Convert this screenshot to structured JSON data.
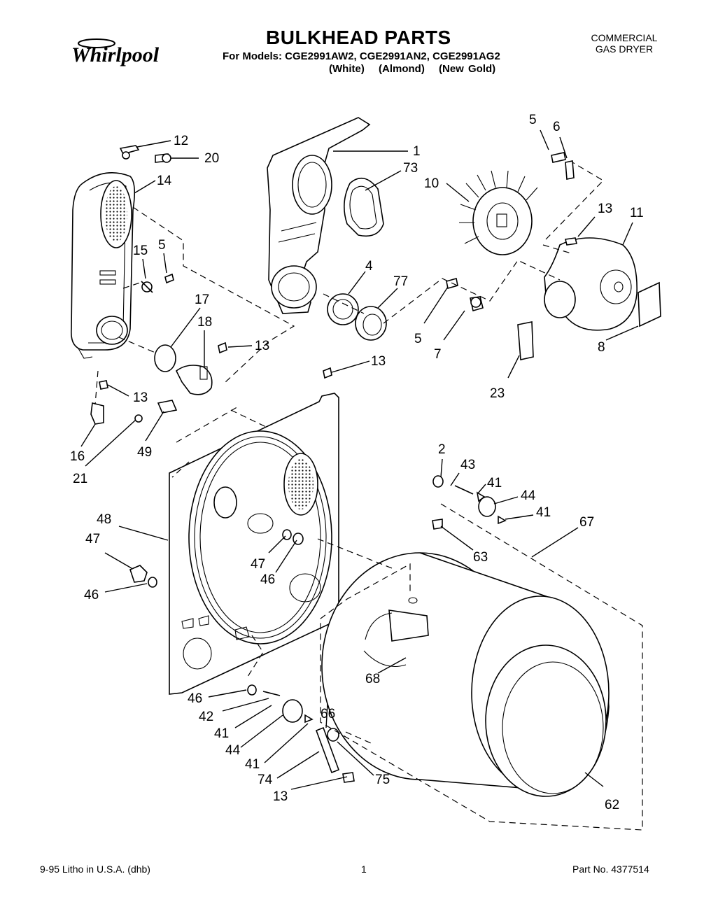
{
  "brand": "Whirlpool",
  "title": "BULKHEAD PARTS",
  "models_line": "For Models: CGE2991AW2, CGE2991AN2, CGE2991AG2",
  "colors": [
    "(White)",
    "(Almond)",
    "(New Gold)"
  ],
  "product_type": [
    "COMMERCIAL",
    "GAS DRYER"
  ],
  "footer": {
    "left": "9-95  Litho in U.S.A. (dhb)",
    "page": "1",
    "part_number": "Part No. 4377514"
  },
  "callouts": {
    "c1": "1",
    "c73": "73",
    "c5a": "5",
    "c6": "6",
    "c10": "10",
    "c13a": "13",
    "c11": "11",
    "c4": "4",
    "c77": "77",
    "c5b": "5",
    "c7": "7",
    "c8": "8",
    "c23": "23",
    "c12": "12",
    "c20": "20",
    "c14": "14",
    "c15": "15",
    "c5c": "5",
    "c17": "17",
    "c18": "18",
    "c13b": "13",
    "c13c": "13",
    "c13d": "13",
    "c16": "16",
    "c21": "21",
    "c49": "49",
    "c2": "2",
    "c43": "43",
    "c41a": "41",
    "c44a": "44",
    "c41b": "41",
    "c67": "67",
    "c48": "48",
    "c47a": "47",
    "c47b": "47",
    "c46a": "46",
    "c46b": "46",
    "c63": "63",
    "c68": "68",
    "c46c": "46",
    "c42": "42",
    "c41c": "41",
    "c44b": "44",
    "c41d": "41",
    "c66": "66",
    "c74": "74",
    "c75": "75",
    "c13e": "13",
    "c62": "62"
  }
}
